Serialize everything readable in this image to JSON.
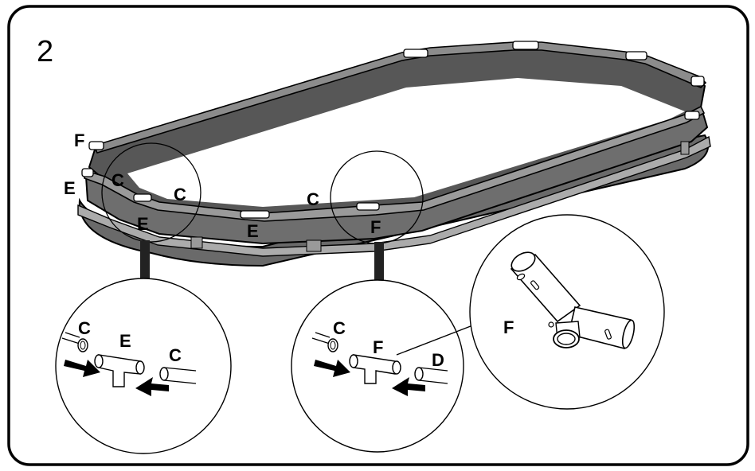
{
  "step_number": "2",
  "labels": {
    "pool_f_left": "F",
    "pool_e_left": "E",
    "pool_c_1": "C",
    "pool_c_2": "C",
    "pool_e_1": "E",
    "pool_e_2": "E",
    "pool_c_3": "C",
    "pool_f_mid": "F",
    "detail1_c_left": "C",
    "detail1_e": "E",
    "detail1_c_right": "C",
    "detail2_c": "C",
    "detail2_f": "F",
    "detail2_d": "D",
    "detail3_f": "F"
  },
  "colors": {
    "frame": "#000000",
    "wall_inner": "#5a5a5a",
    "wall_outer": "#6e6e6e",
    "rail": "#8a8a8a",
    "band": "#a9a9a9",
    "joint": "#ffffff"
  },
  "icons": {
    "arrow": "push-arrow",
    "connector": "t-joint-connector"
  }
}
